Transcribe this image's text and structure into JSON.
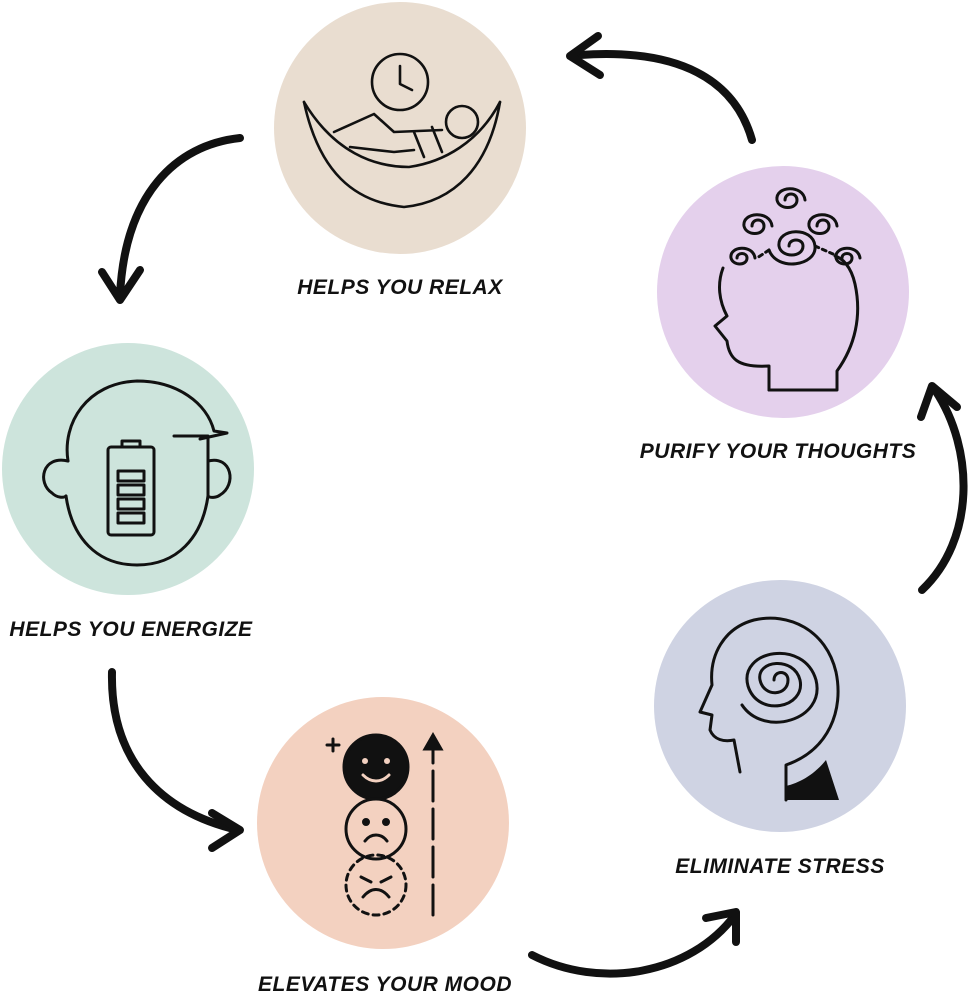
{
  "diagram": {
    "type": "cycle",
    "steps": [
      {
        "label": "HELPS YOU RELAX",
        "icon": "hammock-clock-icon",
        "color": "#e9ddd0"
      },
      {
        "label": "HELPS YOU ENERGIZE",
        "icon": "head-battery-icon",
        "color": "#cde4dc"
      },
      {
        "label": "ELEVATES YOUR MOOD",
        "icon": "mood-faces-icon",
        "color": "#f3d1c0"
      },
      {
        "label": "ELIMINATE STRESS",
        "icon": "head-spiral-icon",
        "color": "#cfd3e3"
      },
      {
        "label": "PURIFY YOUR THOUGHTS",
        "icon": "head-swirls-icon",
        "color": "#e4d0ec"
      }
    ],
    "arrow_color": "#111111"
  }
}
